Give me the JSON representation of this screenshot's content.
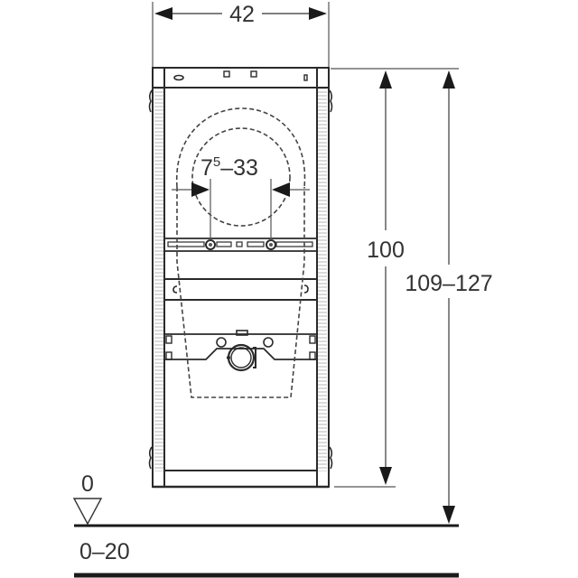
{
  "diagram": {
    "type": "technical-dimension-drawing",
    "subject": "wall-hung WC installation frame, front view",
    "units_implied": "cm",
    "colors": {
      "line": "#2a2a2a",
      "dim_line": "#555555",
      "text": "#333333",
      "background": "#ffffff"
    }
  },
  "dimensions": {
    "width": {
      "label": "42"
    },
    "pipe_spacing": {
      "base": "7",
      "superscript": "5",
      "rest": "–33"
    },
    "frame_height": {
      "label": "100"
    },
    "overall_height": {
      "label": "109–127"
    },
    "floor_level": {
      "label": "0"
    },
    "floor_offset": {
      "label": "0–20"
    }
  },
  "components": [
    {
      "name": "frame-outer"
    },
    {
      "name": "top-crossbar"
    },
    {
      "name": "supply-connection-bracket"
    },
    {
      "name": "mounting-rails"
    },
    {
      "name": "drain-bracket-with-pipe-clamp"
    },
    {
      "name": "bottom-crossbar"
    },
    {
      "name": "toilet-outline-dashed"
    },
    {
      "name": "floor-line"
    },
    {
      "name": "finished-floor-line"
    }
  ]
}
